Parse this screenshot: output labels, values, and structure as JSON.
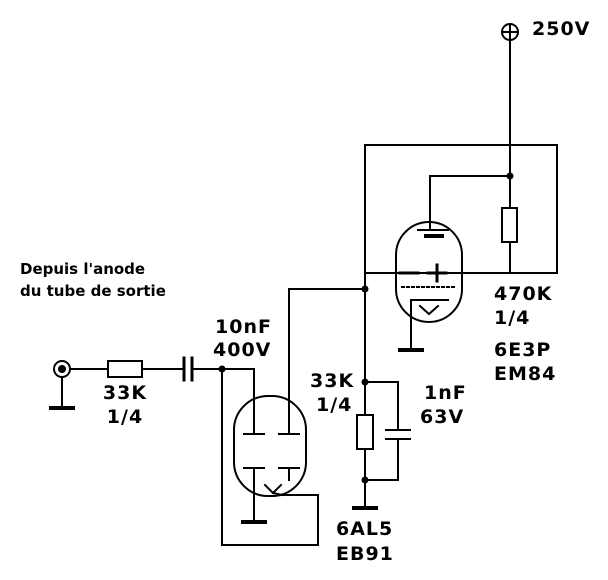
{
  "supply": {
    "symbol": "⊕",
    "voltage": "250V"
  },
  "input_label": {
    "line1": "Depuis l'anode",
    "line2": "du tube de sortie"
  },
  "resistor_in": {
    "value": "33K",
    "power": "1/4"
  },
  "coupling_cap": {
    "value": "10nF",
    "voltage": "400V"
  },
  "resistor_load": {
    "value": "33K",
    "power": "1/4"
  },
  "cap_filter": {
    "value": "1nF",
    "voltage": "63V"
  },
  "diode_tube": {
    "name1": "6AL5",
    "name2": "EB91"
  },
  "anode_resistor": {
    "value": "470K",
    "power": "1/4"
  },
  "eye_tube": {
    "name1": "6E3P",
    "name2": "EM84"
  },
  "colors": {
    "ink": "#000000",
    "background": "#ffffff"
  }
}
